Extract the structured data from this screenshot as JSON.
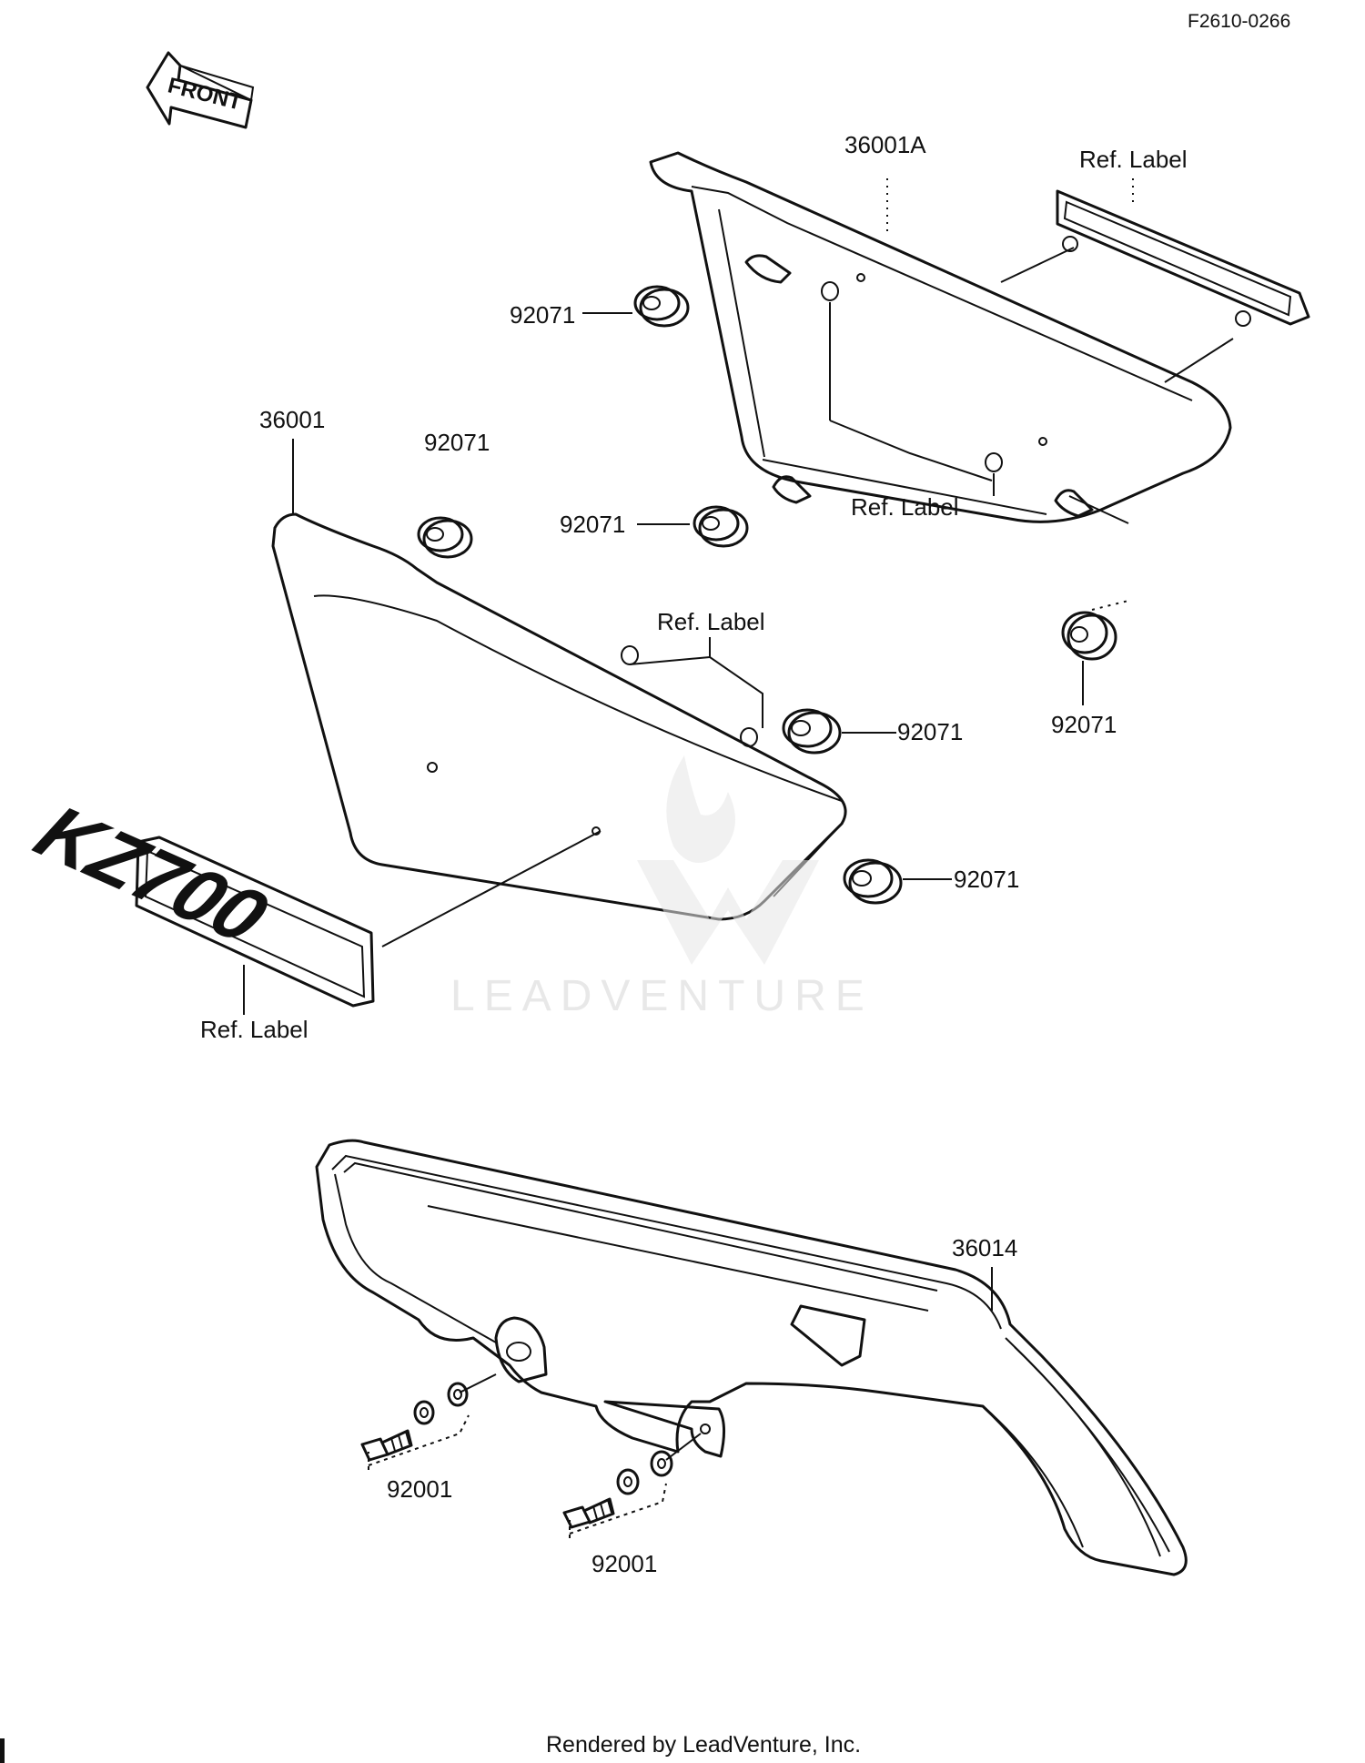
{
  "drawing_code": "F2610-0266",
  "direction_label": "FRONT",
  "emblem_text": "KZ700",
  "watermark": "LEADVENTURE",
  "footer": "Rendered by LeadVenture, Inc.",
  "callouts": [
    {
      "id": "36001A",
      "text": "36001A"
    },
    {
      "id": "ref-label-1",
      "text": "Ref. Label"
    },
    {
      "id": "92071-a",
      "text": "92071"
    },
    {
      "id": "36001",
      "text": "36001"
    },
    {
      "id": "92071-b",
      "text": "92071"
    },
    {
      "id": "92071-c",
      "text": "92071"
    },
    {
      "id": "ref-label-2",
      "text": "Ref. Label"
    },
    {
      "id": "ref-label-3",
      "text": "Ref. Label"
    },
    {
      "id": "92071-d",
      "text": "92071"
    },
    {
      "id": "92071-e",
      "text": "92071"
    },
    {
      "id": "92071-f",
      "text": "92071"
    },
    {
      "id": "ref-label-4",
      "text": "Ref. Label"
    },
    {
      "id": "36014",
      "text": "36014"
    },
    {
      "id": "92001-a",
      "text": "92001"
    },
    {
      "id": "92001-b",
      "text": "92001"
    }
  ]
}
